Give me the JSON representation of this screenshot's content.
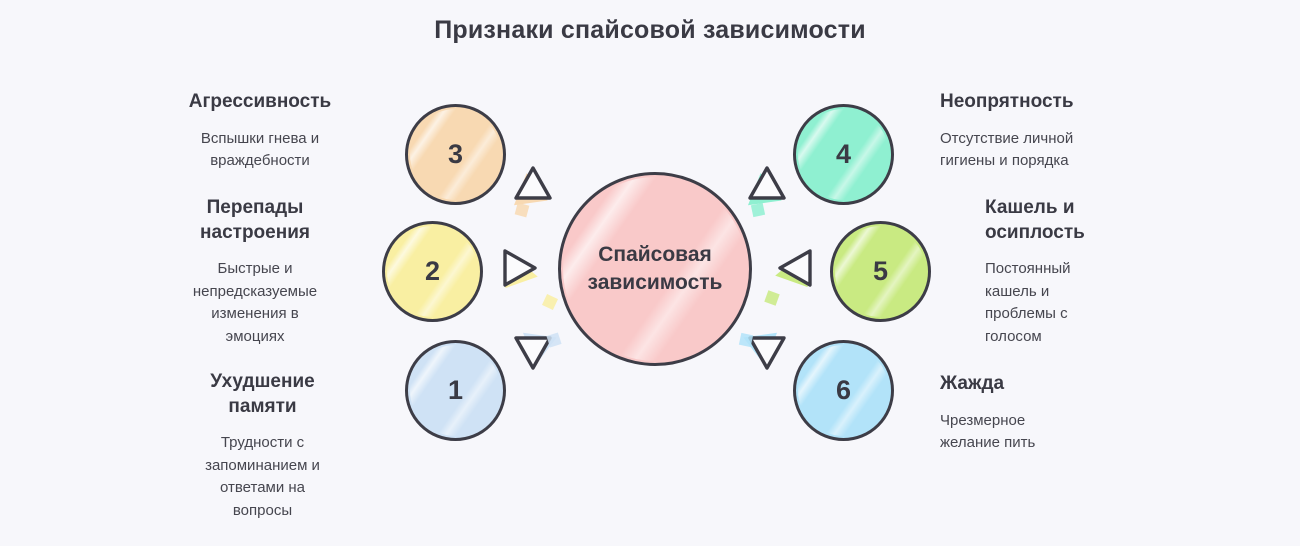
{
  "title": "Признаки спайсовой зависимости",
  "colors": {
    "background": "#f7f7fb",
    "outline": "#3d3d47",
    "heading_text": "#3a3a44",
    "body_text": "#46464f"
  },
  "center": {
    "label": "Спайсовая\nзависимость",
    "color": "#f9c9c9"
  },
  "nodes": [
    {
      "number": "3",
      "color": "#f8d9b2"
    },
    {
      "number": "2",
      "color": "#f9efa2"
    },
    {
      "number": "1",
      "color": "#cfe2f5"
    },
    {
      "number": "4",
      "color": "#8ff0d1"
    },
    {
      "number": "5",
      "color": "#c9ea82"
    },
    {
      "number": "6",
      "color": "#b2e3f9"
    }
  ],
  "arrows": [
    {
      "direction": "up",
      "color": "#f8d9b2"
    },
    {
      "direction": "right",
      "color": "#f9efa2"
    },
    {
      "direction": "down",
      "color": "#cfe2f5"
    },
    {
      "direction": "up",
      "color": "#8ff0d1"
    },
    {
      "direction": "left",
      "color": "#c9ea82"
    },
    {
      "direction": "down",
      "color": "#b2e3f9"
    }
  ],
  "labels": {
    "left": [
      {
        "heading": "Агрессивность",
        "description": "Вспышки гнева и\nвраждебности"
      },
      {
        "heading": "Перепады\nнастроения",
        "description": "Быстрые и\nнепредсказуемые\nизменения в\nэмоциях"
      },
      {
        "heading": "Ухудшение\nпамяти",
        "description": "Трудности с\nзапоминанием и\nответами на\nвопросы"
      }
    ],
    "right": [
      {
        "heading": "Неопрятность",
        "description": "Отсутствие личной\nгигиены и порядка"
      },
      {
        "heading": "Кашель и\nосиплость",
        "description": "Постоянный\nкашель и\nпроблемы с\nголосом"
      },
      {
        "heading": "Жажда",
        "description": "Чрезмерное\nжелание пить"
      }
    ]
  }
}
